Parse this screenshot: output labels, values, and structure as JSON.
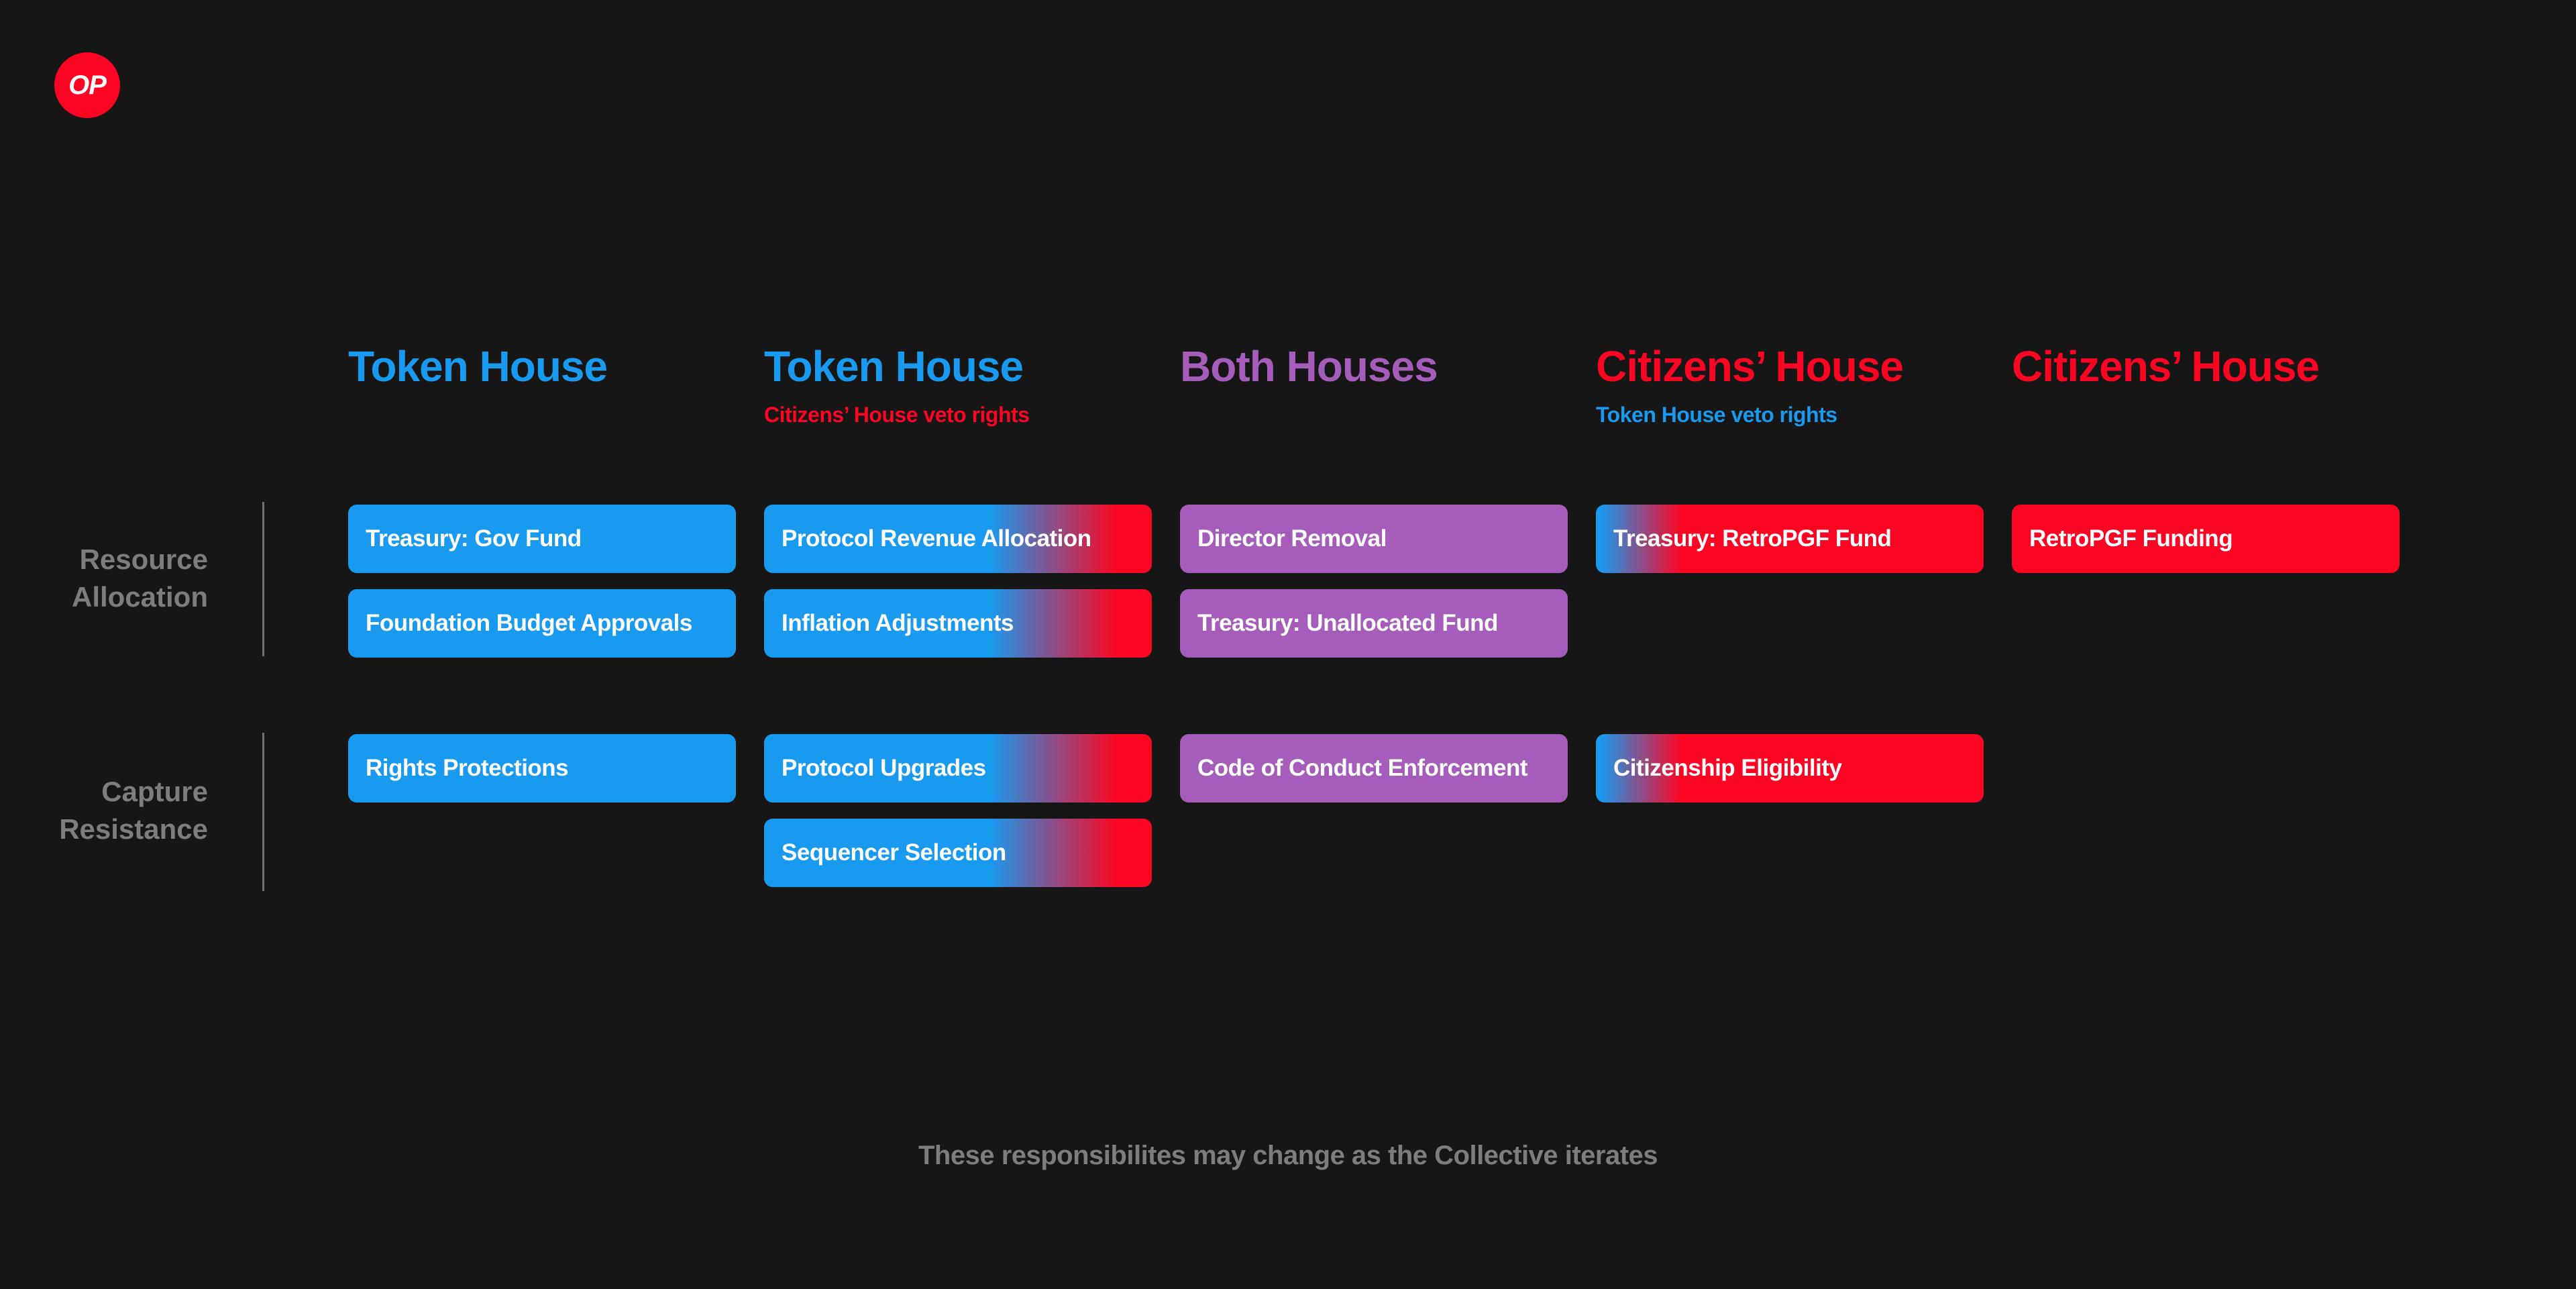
{
  "logo": {
    "text": "OP"
  },
  "colors": {
    "blue": "#189af0",
    "red": "#fc0522",
    "purple": "#a55cba",
    "background": "#161616",
    "muted_text": "#7d7d7d",
    "divider": "#6f6f6f"
  },
  "row_labels": [
    {
      "line1": "Resource",
      "line2": "Allocation"
    },
    {
      "line1": "Capture",
      "line2": "Resistance"
    }
  ],
  "columns": [
    {
      "title": "Token House",
      "title_color": "#189af0",
      "resource_allocation": [
        {
          "label": "Treasury: Gov Fund",
          "style": "solid-blue"
        },
        {
          "label": "Foundation Budget Approvals",
          "style": "solid-blue"
        }
      ],
      "capture_resistance": [
        {
          "label": "Rights Protections",
          "style": "solid-blue"
        }
      ]
    },
    {
      "title": "Token House",
      "title_color": "#189af0",
      "subtitle": "Citizens’ House veto rights",
      "subtitle_color": "#fc0522",
      "resource_allocation": [
        {
          "label": "Protocol Revenue Allocation",
          "style": "gradient-blue-to-red"
        },
        {
          "label": "Inflation Adjustments",
          "style": "gradient-blue-to-red"
        }
      ],
      "capture_resistance": [
        {
          "label": "Protocol Upgrades",
          "style": "gradient-blue-to-red"
        },
        {
          "label": "Sequencer Selection",
          "style": "gradient-blue-to-red"
        }
      ]
    },
    {
      "title": "Both Houses",
      "title_color": "#a55cba",
      "resource_allocation": [
        {
          "label": "Director Removal",
          "style": "solid-purple"
        },
        {
          "label": "Treasury: Unallocated Fund",
          "style": "solid-purple"
        }
      ],
      "capture_resistance": [
        {
          "label": "Code of Conduct Enforcement",
          "style": "solid-purple"
        }
      ]
    },
    {
      "title": "Citizens’ House",
      "title_color": "#fc0522",
      "subtitle": "Token House veto rights",
      "subtitle_color": "#189af0",
      "resource_allocation": [
        {
          "label": "Treasury: RetroPGF Fund",
          "style": "red-with-blue-left-edge"
        }
      ],
      "capture_resistance": [
        {
          "label": "Citizenship Eligibility",
          "style": "red-with-blue-left-edge"
        }
      ]
    },
    {
      "title": "Citizens’ House",
      "title_color": "#fc0522",
      "resource_allocation": [
        {
          "label": "RetroPGF Funding",
          "style": "solid-red"
        }
      ],
      "capture_resistance": []
    }
  ],
  "footnote": "These responsibilites may change as the Collective iterates"
}
